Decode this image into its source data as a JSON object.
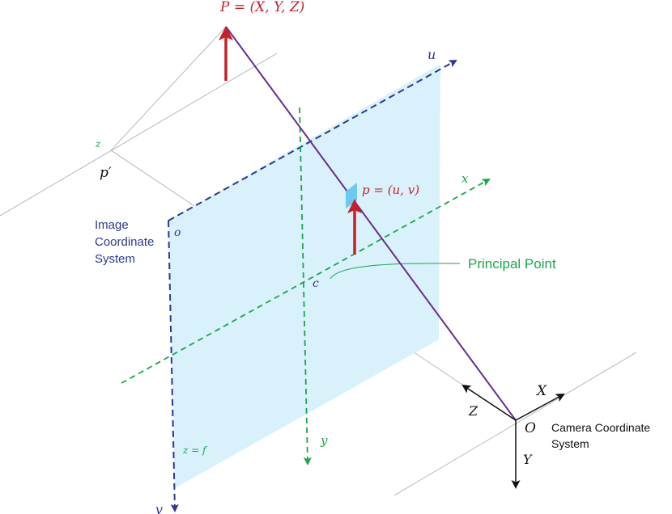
{
  "labels": {
    "point_P": "P = (X, Y, Z)",
    "point_p": "p = (u, v)",
    "axis_u": "u",
    "axis_v": "v",
    "axis_x": "x",
    "axis_y": "y",
    "axis_X": "X",
    "axis_Y": "Y",
    "axis_Z": "Z",
    "origin_O": "O",
    "image_origin_o": "o",
    "center_c": "c",
    "z_label": "z",
    "p_prime": "p′",
    "z_equals_f": "z = f",
    "principal_point": "Principal Point",
    "image_cs_line1": "Image",
    "image_cs_line2": "Coordinate",
    "image_cs_line3": "System",
    "camera_cs_line1": "Camera Coordinate",
    "camera_cs_line2": "System"
  },
  "colors": {
    "plane_fill": "#d9f1fb",
    "navy": "#2b3990",
    "green": "#1aa64a",
    "red": "#c62128",
    "purple": "#662d91",
    "black": "#111111",
    "gray": "#a7a9ac",
    "pixel_blue": "#6fc8f0"
  }
}
